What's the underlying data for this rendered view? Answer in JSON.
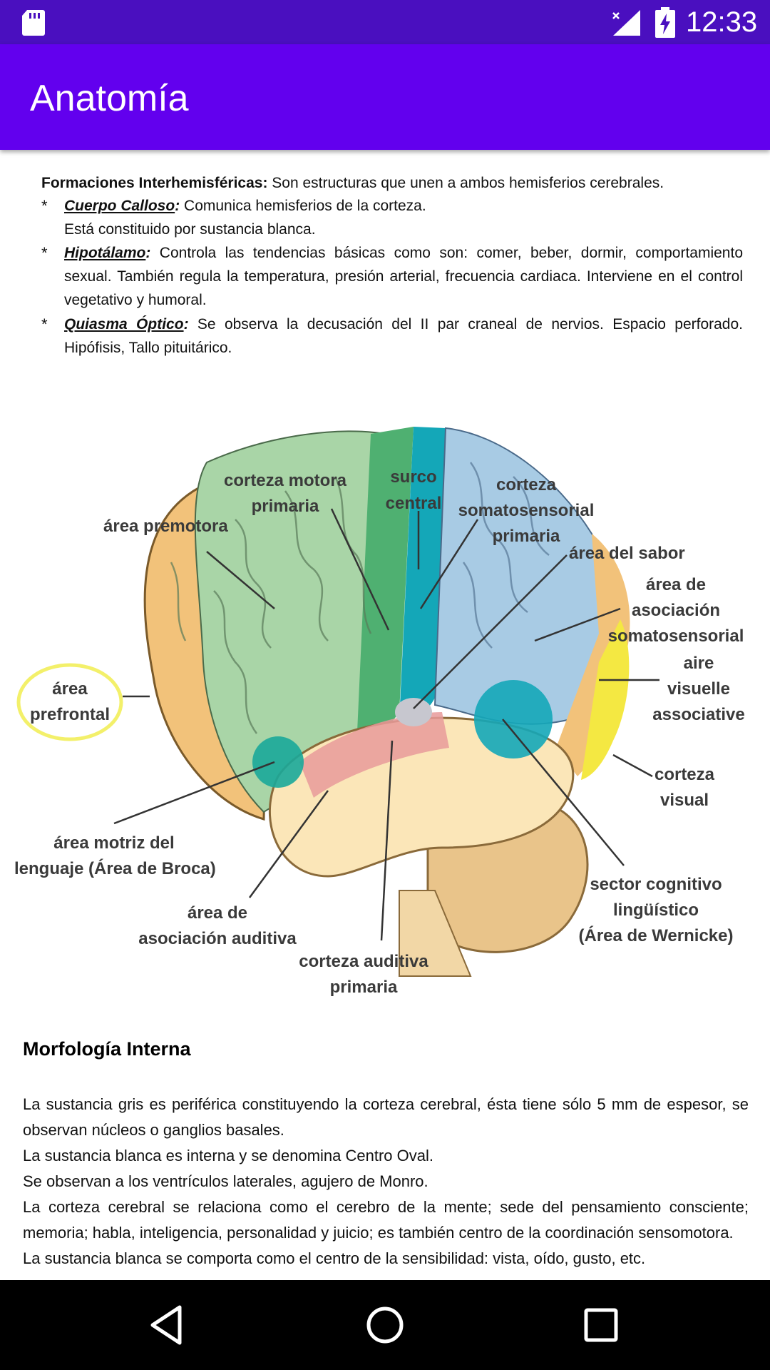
{
  "status_bar": {
    "time": "12:33"
  },
  "app_bar": {
    "title": "Anatomía"
  },
  "notes": {
    "intro_term": "Formaciones Interhemisféricas:",
    "intro_text": " Son estructuras que unen a ambos hemisferios cerebrales.",
    "items": [
      {
        "bullet": "*",
        "term": "Cuerpo Calloso",
        "colon": ":",
        "text": " Comunica hemisferios de la corteza.",
        "line2": "Está constituido por sustancia blanca."
      },
      {
        "bullet": "*",
        "term": "Hipotálamo",
        "colon": ":",
        "text": " Controla las tendencias básicas como son: comer, beber, dormir, comportamiento sexual. También regula la temperatura, presión arterial, frecuencia cardiaca. Interviene en el control vegetativo y humoral."
      },
      {
        "bullet": "*",
        "term": "Quiasma Óptico",
        "colon": ":",
        "text": " Se observa la decusación del II par craneal de nervios. Espacio perforado. Hipófisis, Tallo pituitárico."
      }
    ]
  },
  "diagram_labels": {
    "premotor": "área premotora",
    "motor_1": "corteza motora",
    "motor_2": "primaria",
    "sulcus_1": "surco",
    "sulcus_2": "central",
    "soma_1": "corteza",
    "soma_2": "somatosensorial",
    "soma_3": "primaria",
    "taste": "área del sabor",
    "assoc_1": "área de",
    "assoc_2": "asociación",
    "assoc_3": "somatosensorial",
    "visual_assoc_1": "aire",
    "visual_assoc_2": "visuelle",
    "visual_assoc_3": "associative",
    "prefrontal_1": "área",
    "prefrontal_2": "prefrontal",
    "visual_1": "corteza",
    "visual_2": "visual",
    "broca_1": "área motriz del",
    "broca_2": "lenguaje (Área de Broca)",
    "wernicke_1": "sector cognitivo",
    "wernicke_2": "lingüístico",
    "wernicke_3": "(Área de Wernicke)",
    "auditory_assoc_1": "área de",
    "auditory_assoc_2": "asociación auditiva",
    "auditory_1": "corteza auditiva",
    "auditory_2": "primaria"
  },
  "morphology": {
    "title": "Morfología Interna",
    "paragraphs": [
      "La sustancia gris es periférica constituyendo la corteza cerebral, ésta tiene sólo 5 mm de espesor, se observan núcleos o ganglios basales.",
      "La sustancia blanca es interna y se denomina Centro Oval.",
      "Se observan a los ventrículos laterales, agujero de Monro.",
      "La corteza cerebral se relaciona como el cerebro de la mente; sede del pensamiento consciente; memoria; habla, inteligencia, personalidad y juicio; es también centro de la coordinación sensomotora.",
      "La sustancia blanca se comporta como el centro de la sensibilidad: vista, oído, gusto, etc."
    ]
  },
  "colors": {
    "status_bar": "#4a0fbf",
    "app_bar": "#6200ee",
    "premotor": "#a9d5a7",
    "motor": "#4fb071",
    "central": "#14a7b8",
    "sensory": "#a8cbe4",
    "frontal": "#f2c27a",
    "visual": "#f4e842",
    "temporal": "#fbe6b8",
    "cerebellum": "#e9c48a"
  },
  "icons": {
    "status": [
      "sd-card-icon",
      "signal-icon",
      "battery-charging-icon"
    ],
    "nav": [
      "back-icon",
      "home-icon",
      "recents-icon"
    ]
  }
}
